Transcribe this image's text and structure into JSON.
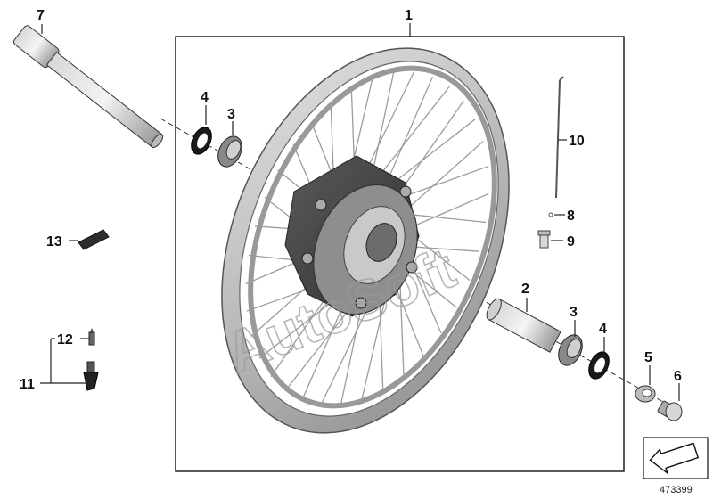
{
  "diagram": {
    "callouts": {
      "c1": "1",
      "c2": "2",
      "c3a": "3",
      "c3b": "3",
      "c4a": "4",
      "c4b": "4",
      "c5": "5",
      "c6": "6",
      "c7": "7",
      "c8": "8",
      "c9": "9",
      "c10": "10",
      "c11": "11",
      "c12": "12",
      "c13": "13"
    },
    "watermark": "AutoSoft",
    "doc_number": "473399",
    "icons": [
      "wheel-assembly",
      "axle-shaft",
      "seal-ring",
      "bearing",
      "spacer-sleeve",
      "collar-bush",
      "axle-bolt",
      "spoke",
      "nipple",
      "valve",
      "valve-core",
      "balance-weight",
      "direction-arrow"
    ]
  }
}
